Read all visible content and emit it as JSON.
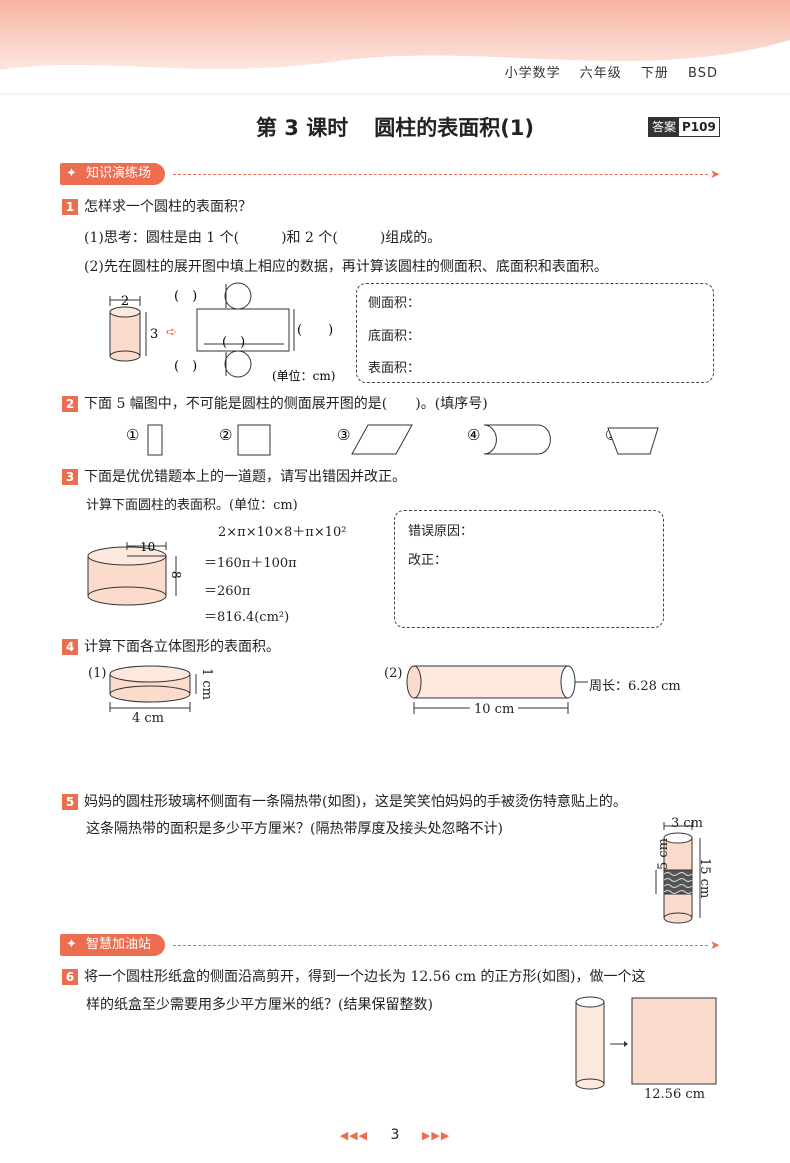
{
  "header": {
    "subject": "小学数学",
    "grade": "六年级",
    "volume": "下册",
    "edition": "BSD"
  },
  "title": {
    "lesson": "第 3 课时",
    "topic": "圆柱的表面积(1)"
  },
  "answer_ref": {
    "label": "答案",
    "page": "P109"
  },
  "sections": {
    "s1": "知识演练场",
    "s2": "智慧加油站"
  },
  "q1": {
    "num": "1",
    "text": "怎样求一个圆柱的表面积？",
    "p1": "(1)思考：圆柱是由 1 个(　　　)和 2 个(　　　)组成的。",
    "p2": "(2)先在圆柱的展开图中填上相应的数据，再计算该圆柱的侧面积、底面积和表面积。",
    "dim_d": "2",
    "dim_h": "3",
    "paren": "(　)",
    "paren_wide": "(　　)",
    "unit": "(单位：cm)",
    "box": {
      "side": "侧面积：",
      "base": "底面积：",
      "surface": "表面积："
    }
  },
  "q2": {
    "num": "2",
    "text": "下面 5 幅图中，不可能是圆柱的侧面展开图的是(　　)。(填序号)",
    "labels": [
      "①",
      "②",
      "③",
      "④",
      "⑤"
    ]
  },
  "q3": {
    "num": "3",
    "text": "下面是优优错题本上的一道题，请写出错因并改正。",
    "sub": "计算下面圆柱的表面积。(单位：cm)",
    "l1": "2×π×10×8＋π×10²",
    "l2": "＝160π＋100π",
    "l3": "＝260π",
    "l4": "＝816.4(cm²)",
    "dim_r": "10",
    "dim_h": "8",
    "box": {
      "reason": "错误原因：",
      "fix": "改正："
    }
  },
  "q4": {
    "num": "4",
    "text": "计算下面各立体图形的表面积。",
    "p1": "(1)",
    "p2": "(2)",
    "h1": "1 cm",
    "w1": "4 cm",
    "len2": "10 cm",
    "perim": "周长：6.28 cm"
  },
  "q5": {
    "num": "5",
    "text": "妈妈的圆柱形玻璃杯侧面有一条隔热带(如图)，这是笑笑怕妈妈的手被烫伤特意贴上的。",
    "text2": "这条隔热带的面积是多少平方厘米？(隔热带厚度及接头处忽略不计)",
    "d": "3 cm",
    "band": "5 cm",
    "h": "15 cm"
  },
  "q6": {
    "num": "6",
    "text": "将一个圆柱形纸盒的侧面沿高剪开，得到一个边长为 12.56 cm 的正方形(如图)，做一个这",
    "text2": "样的纸盒至少需要用多少平方厘米的纸？(结果保留整数)",
    "side": "12.56 cm"
  },
  "footer": {
    "page": "3",
    "left": "◀◀◀",
    "right": "▶▶▶"
  },
  "colors": {
    "accent": "#ec6d4f",
    "fill": "#fbdccc"
  }
}
